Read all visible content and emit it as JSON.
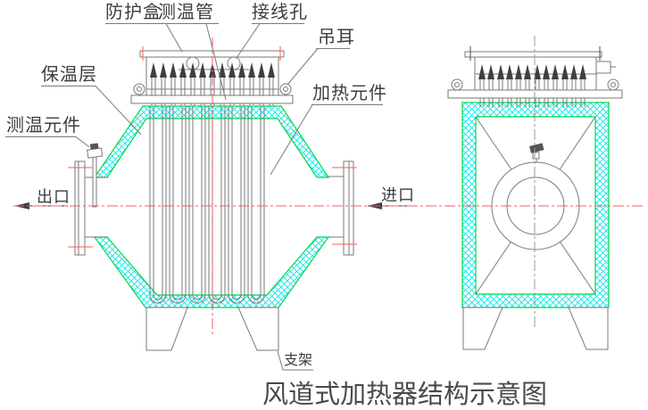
{
  "diagram": {
    "title": "风道式加热器结构示意图",
    "labels": {
      "protective_box": "防护盒",
      "temperature_tube": "测温管",
      "wiring_hole": "接线孔",
      "lifting_lug": "吊耳",
      "insulation_layer": "保温层",
      "heating_element": "加热元件",
      "temperature_sensor": "测温元件",
      "outlet": "出口",
      "inlet": "进口",
      "support_bracket": "支架"
    },
    "views": {
      "left": "front sectional view of duct heater",
      "right": "side sectional view of duct heater"
    },
    "colors": {
      "insulation_border_green": "#00d84a",
      "insulation_hatch_cyan": "#00e6e6",
      "centerline_red": "#ff5a5a",
      "drawing_line_gray": "#7a7a7a",
      "label_text": "#3d3d3d"
    }
  }
}
